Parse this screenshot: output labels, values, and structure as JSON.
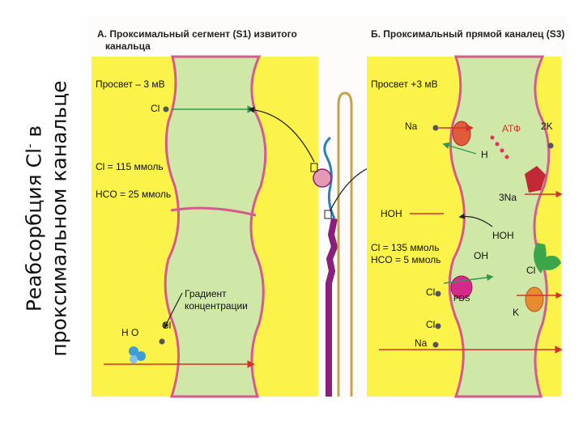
{
  "slide": {
    "title_line1": "Реабсорбция Cl",
    "title_sup": "-",
    "title_line1_end": " в",
    "title_line2": "проксимальном канальце"
  },
  "panel_a": {
    "heading_line1": "А. Проксимальный сегмент (S1) извитого",
    "heading_line2": "канальца",
    "lumen_label": "Просвет  – 3 мВ",
    "cl_ion": "Cl",
    "cl_conc": "Cl  = 115 ммоль",
    "hco3_conc": "HCO  = 25 ммоль",
    "gradient_line1": "Градиент",
    "gradient_line2": "концентрации",
    "water": "H O",
    "cl_bottom": "Cl"
  },
  "panel_b": {
    "heading": "Б. Проксимальный прямой каналец (S3)",
    "lumen_label": "Просвет +3 мВ",
    "na_top": "Na",
    "atp": "АТФ",
    "k2": "2K",
    "h_plus": "H",
    "na3": "3Na",
    "hoh_left": "HOH",
    "hoh_right": "HOH",
    "cl_conc": "Cl  = 135 ммоль",
    "hco3_conc": "HCO  = 5 ммоль",
    "oh_minus": "OH",
    "cl_mid": "Cl",
    "pds": "PDS",
    "cl_right": "Cl",
    "k_plus": "K",
    "cl_low": "Cl",
    "na_low": "Na"
  },
  "colors": {
    "lumen_yellow": "#fbf24a",
    "cell_green": "#cfe7a7",
    "membrane_pink": "#d65a8c",
    "arrow_green": "#2f9a4f",
    "arrow_red": "#d4322a",
    "nephron_purple": "#8a1f7c"
  }
}
